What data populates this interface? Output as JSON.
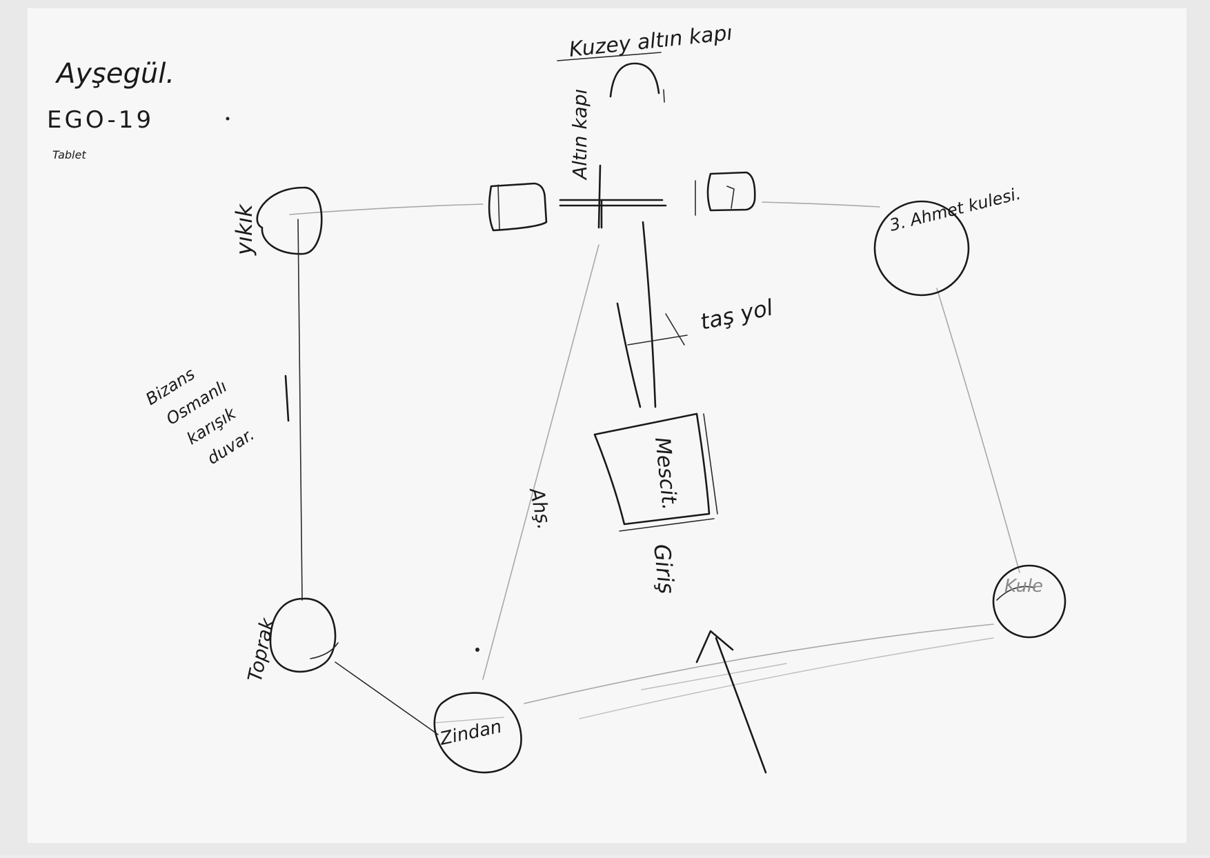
{
  "header": {
    "name": "Ayşegül.",
    "code": "EGO-19",
    "note": "Tablet"
  },
  "nodes": {
    "yikik": "yıkık",
    "kule_3": "3. Ahmet kulesi.",
    "toprak": "Toprak",
    "zindan": "Zindan",
    "kule_right": "Kule"
  },
  "labels": {
    "kuzey_altin_kapi": "Kuzey altın kapı",
    "altin_kapi": "Altın kapı",
    "tas_yol": "taş yol",
    "mescit": "Mescit.",
    "giris": "Giriş",
    "ahsap": "Ahş.",
    "bizans_wall": [
      "Bizans",
      "Osmanlı",
      "karışık",
      "duvar."
    ]
  }
}
